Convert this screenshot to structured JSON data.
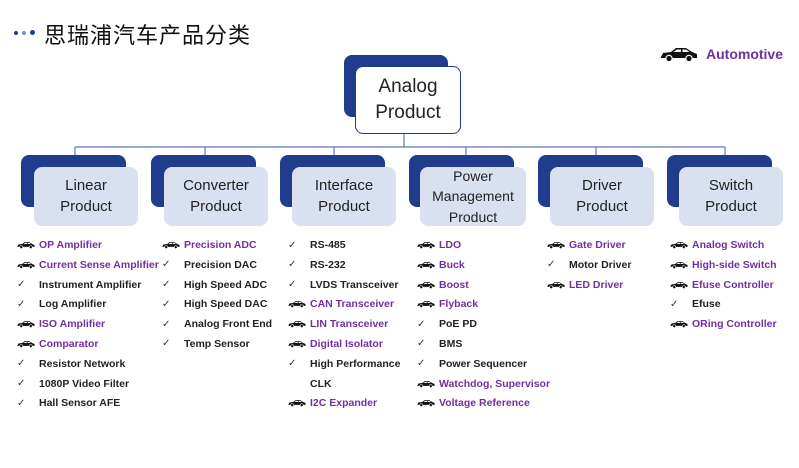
{
  "header": {
    "title": "思瑞浦汽车产品分类",
    "dot_colors": [
      "#1f3d8c",
      "#6d8fc7",
      "#1f3d8c"
    ]
  },
  "badge": {
    "icon": "car-icon",
    "label": "Automotive"
  },
  "root": {
    "line1": "Analog",
    "line2": "Product"
  },
  "colors": {
    "box_dark": "#1f3d8c",
    "box_light": "#d9e1f0",
    "highlight": "#7030a0"
  },
  "legend": {
    "highlight_marker": "car-icon",
    "plain_marker": "check-icon"
  },
  "categories": [
    {
      "id": "linear",
      "lines": [
        "Linear",
        "Product"
      ],
      "items": [
        {
          "text": "OP Amplifier",
          "hl": true
        },
        {
          "text": "Current Sense Amplifier",
          "hl": true
        },
        {
          "text": "Instrument Amplifier",
          "hl": false
        },
        {
          "text": "Log Amplifier",
          "hl": false
        },
        {
          "text": "ISO Amplifier",
          "hl": true
        },
        {
          "text": "Comparator",
          "hl": true
        },
        {
          "text": "Resistor Network",
          "hl": false
        },
        {
          "text": "1080P Video Filter",
          "hl": false
        },
        {
          "text": "Hall Sensor AFE",
          "hl": false
        }
      ]
    },
    {
      "id": "converter",
      "lines": [
        "Converter",
        "Product"
      ],
      "items": [
        {
          "text": "Precision ADC",
          "hl": true
        },
        {
          "text": "Precision DAC",
          "hl": false
        },
        {
          "text": "High Speed ADC",
          "hl": false
        },
        {
          "text": "High Speed DAC",
          "hl": false
        },
        {
          "text": "Analog Front End",
          "hl": false
        },
        {
          "text": "Temp Sensor",
          "hl": false
        }
      ]
    },
    {
      "id": "interface",
      "lines": [
        "Interface",
        "Product"
      ],
      "items": [
        {
          "text": "RS-485",
          "hl": false
        },
        {
          "text": "RS-232",
          "hl": false
        },
        {
          "text": "LVDS Transceiver",
          "hl": false
        },
        {
          "text": "CAN Transceiver",
          "hl": true
        },
        {
          "text": "LIN Transceiver",
          "hl": true
        },
        {
          "text": "Digital Isolator",
          "hl": true
        },
        {
          "text": "High Performance",
          "hl": false
        },
        {
          "text": "CLK",
          "hl": false,
          "nomark": true
        },
        {
          "text": "I2C Expander",
          "hl": true
        }
      ]
    },
    {
      "id": "power",
      "lines": [
        "Power",
        "Management",
        "Product"
      ],
      "items": [
        {
          "text": "LDO",
          "hl": true
        },
        {
          "text": "Buck",
          "hl": true
        },
        {
          "text": "Boost",
          "hl": true
        },
        {
          "text": "Flyback",
          "hl": true
        },
        {
          "text": "PoE PD",
          "hl": false
        },
        {
          "text": "BMS",
          "hl": false
        },
        {
          "text": "Power Sequencer",
          "hl": false
        },
        {
          "text": "Watchdog, Supervisor",
          "hl": true
        },
        {
          "text": "Voltage Reference",
          "hl": true
        }
      ]
    },
    {
      "id": "driver",
      "lines": [
        "Driver",
        "Product"
      ],
      "items": [
        {
          "text": "Gate Driver",
          "hl": true
        },
        {
          "text": "Motor Driver",
          "hl": false
        },
        {
          "text": "LED Driver",
          "hl": true
        }
      ]
    },
    {
      "id": "switch",
      "lines": [
        "Switch",
        "Product"
      ],
      "items": [
        {
          "text": "Analog Switch",
          "hl": true
        },
        {
          "text": "High-side Switch",
          "hl": true
        },
        {
          "text": "Efuse Controller",
          "hl": true
        },
        {
          "text": "Efuse",
          "hl": false
        },
        {
          "text": "ORing Controller",
          "hl": true
        }
      ]
    }
  ]
}
